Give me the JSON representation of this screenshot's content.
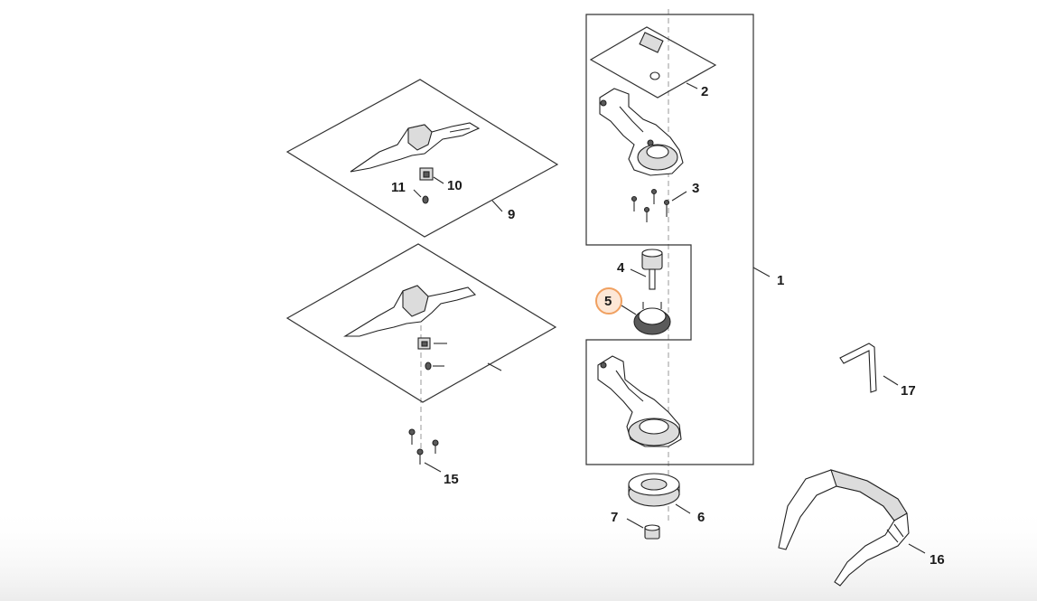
{
  "diagram": {
    "callouts": [
      {
        "id": "1",
        "label": "1"
      },
      {
        "id": "2",
        "label": "2"
      },
      {
        "id": "3",
        "label": "3"
      },
      {
        "id": "4",
        "label": "4"
      },
      {
        "id": "5",
        "label": "5",
        "highlighted": true
      },
      {
        "id": "6",
        "label": "6"
      },
      {
        "id": "7",
        "label": "7"
      },
      {
        "id": "9",
        "label": "9"
      },
      {
        "id": "10",
        "label": "10"
      },
      {
        "id": "11",
        "label": "11"
      },
      {
        "id": "15",
        "label": "15"
      },
      {
        "id": "16",
        "label": "16"
      },
      {
        "id": "17",
        "label": "17"
      }
    ],
    "highlight_color": "#f0a060",
    "highlight_fill": "#fde7d6"
  }
}
